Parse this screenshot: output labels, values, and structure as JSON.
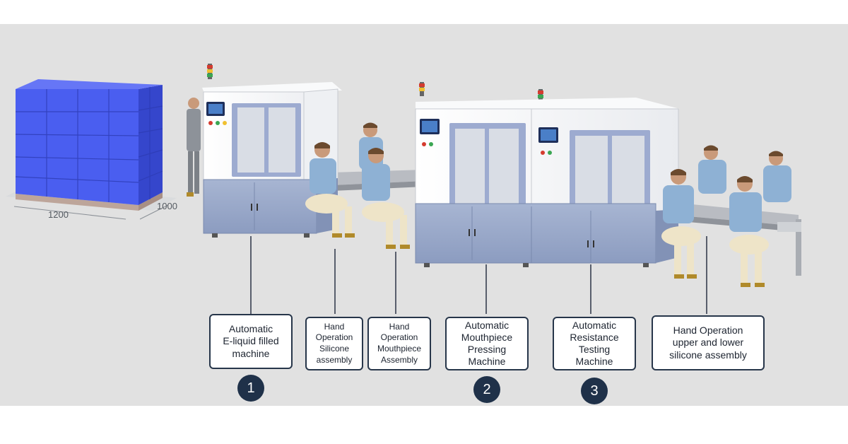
{
  "pallet": {
    "length_label": "1200",
    "width_label": "1000"
  },
  "stations": [
    {
      "label": "Automatic\nE-liquid filled\nmachine",
      "number": "1"
    },
    {
      "label": "Hand\nOperation\nSilicone\nassembly"
    },
    {
      "label": "Hand\nOperation\nMouthpiece\nAssembly"
    },
    {
      "label": "Automatic\nMouthpiece\nPressing\nMachine",
      "number": "2"
    },
    {
      "label": "Automatic\nResistance\nTesting\nMachine",
      "number": "3"
    },
    {
      "label": "Hand Operation\nupper and lower\nsilicone assembly"
    }
  ],
  "colors": {
    "background": "#e1e1e1",
    "pallet_blue": "#4a5ef0",
    "cabinet_blue": "#9aaacb",
    "machine_white": "#f4f5f7",
    "badge_navy": "#1f3149",
    "callout_border": "#27364a",
    "worker_shirt": "#8eb1d4"
  }
}
